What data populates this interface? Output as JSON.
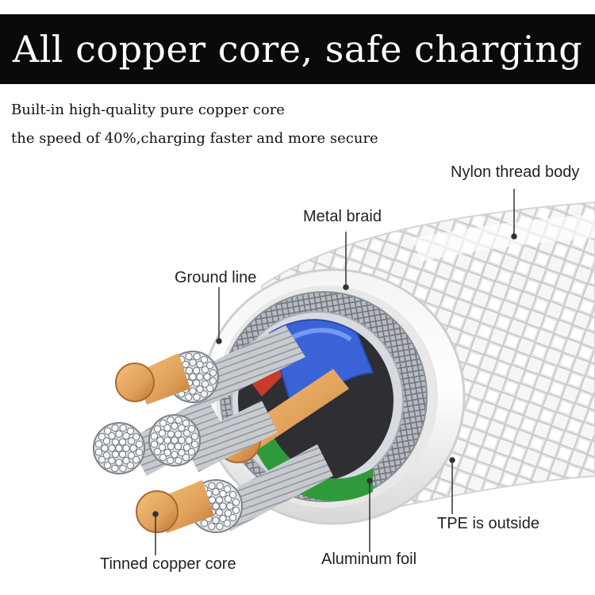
{
  "header": {
    "title": "All copper core, safe charging",
    "subtitle_line1": "Built-in high-quality pure copper core",
    "subtitle_line2": "the speed of 40%,charging faster and more secure"
  },
  "callouts": {
    "nylon": "Nylon thread body",
    "metal_braid": "Metal braid",
    "ground_line": "Ground line",
    "tinned_copper": "Tinned copper core",
    "aluminum_foil": "Aluminum foil",
    "tpe": "TPE is outside"
  },
  "colors": {
    "banner_bg": "#0a0a0a",
    "banner_text": "#ffffff",
    "copper": "#e0a05a",
    "blue_wire": "#3a63d8",
    "green_wire": "#2f9a3a",
    "red_wire": "#c83a2a"
  }
}
